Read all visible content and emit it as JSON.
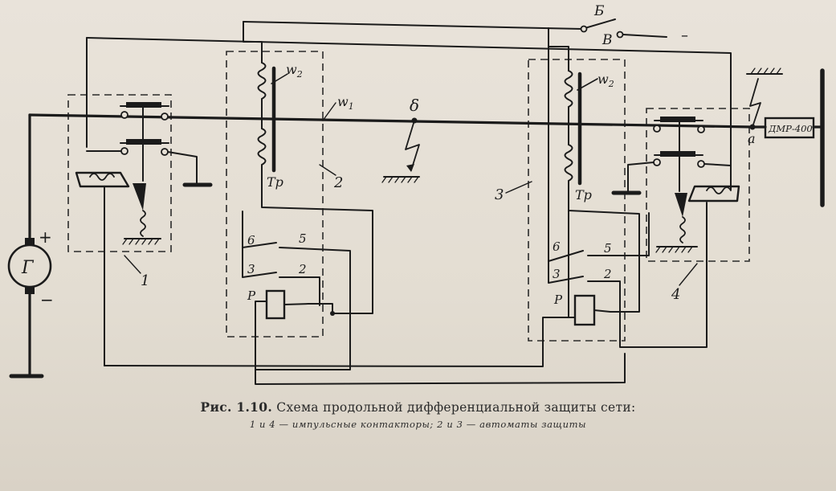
{
  "labels": {
    "generator": "Г",
    "plus": "+",
    "minus": "−",
    "w2_left": "w",
    "w2_left_sub": "2",
    "w2_right": "w",
    "w2_right_sub": "2",
    "w1": "w",
    "w1_sub": "1",
    "tr_left": "Тр",
    "tr_right": "Тр",
    "fault_point": "δ",
    "node_a": "а",
    "switch_b": "Б",
    "switch_v": "В",
    "switch_minus": "–",
    "dmr": "ДМР-400",
    "block1": "1",
    "block2": "2",
    "block3": "3",
    "block4": "4",
    "left_c6": "6",
    "left_c5": "5",
    "left_c3": "3",
    "left_c2": "2",
    "left_relay": "Р",
    "right_c6": "6",
    "right_c5": "5",
    "right_c3": "3",
    "right_c2": "2",
    "right_relay": "Р"
  },
  "caption": {
    "figure": "Рис. 1.10.",
    "title": "Схема продольной дифференциальной защиты сети:",
    "legend": "1 и 4 — импульсные контакторы; 2 и 3 — автоматы защиты"
  }
}
